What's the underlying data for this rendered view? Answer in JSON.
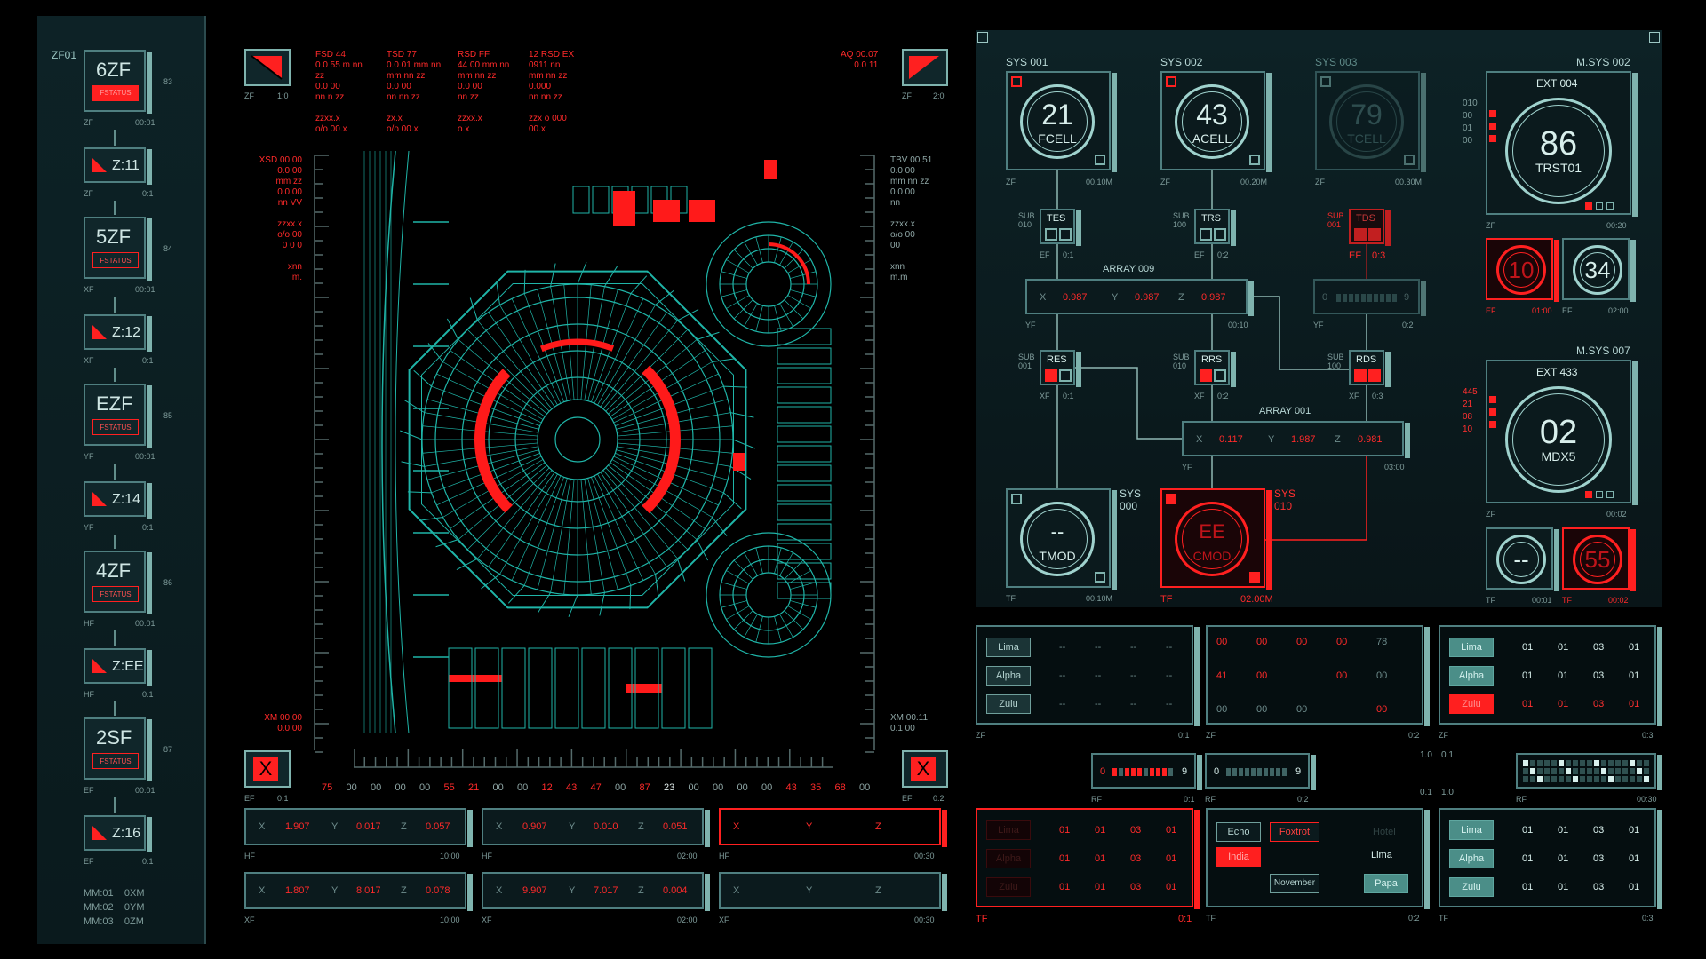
{
  "left": {
    "title": "ZF01",
    "status": "FSTATUS",
    "cards": [
      {
        "label": "6ZF",
        "num": "83",
        "tl": "ZF",
        "tr": "00:01"
      },
      {
        "label": "5ZF",
        "num": "84",
        "tl": "XF",
        "tr": "00:01"
      },
      {
        "label": "EZF",
        "num": "85",
        "tl": "YF",
        "tr": "00:01"
      },
      {
        "label": "4ZF",
        "num": "86",
        "tl": "HF",
        "tr": "00:01"
      },
      {
        "label": "2SF",
        "num": "87",
        "tl": "EF",
        "tr": "00:01"
      }
    ],
    "zs": [
      {
        "label": "Z:11",
        "tl": "ZF",
        "tr": "0:1"
      },
      {
        "label": "Z:12",
        "tl": "XF",
        "tr": "0:1"
      },
      {
        "label": "Z:14",
        "tl": "YF",
        "tr": "0:1"
      },
      {
        "label": "Z:EE",
        "tl": "HF",
        "tr": "0:1"
      },
      {
        "label": "Z:16",
        "tl": "EF",
        "tr": "0:1"
      }
    ],
    "footer": [
      [
        "MM:01",
        "0XM"
      ],
      [
        "MM:02",
        "0YM"
      ],
      [
        "MM:03",
        "0ZM"
      ]
    ]
  },
  "center": {
    "corner_tl": {
      "a": "ZF",
      "b": "1:0"
    },
    "corner_tr": {
      "a": "ZF",
      "b": "2:0"
    },
    "readouts": [
      {
        "h": "FSD 44",
        "l": [
          "0.0  55 m nn",
          "zz",
          "0.0 00",
          "nn n zz",
          "",
          "zzxx.x",
          "o/o 00.x"
        ]
      },
      {
        "h": "TSD 77",
        "l": [
          "0.0  01 mm nn",
          "mm nn zz",
          "0.0 00",
          "nn nn zz",
          "",
          "zx.x",
          "o/o 00.x"
        ]
      },
      {
        "h": "RSD FF",
        "l": [
          "44 00 mm nn",
          "mm nn zz",
          "0.0 00",
          "nn zz",
          "",
          "zzxx.x",
          "o.x"
        ]
      },
      {
        "h": "12 RSD EX",
        "l": [
          "0911  nn",
          "mm nn zz",
          "0.000",
          "nn nn zz",
          "",
          "zzx o 000",
          "00.x"
        ]
      }
    ],
    "aq": {
      "h": "AQ 00.07",
      "v": "0.0  11"
    },
    "left_info": {
      "h": "XSD 00.00",
      "l": [
        "0.0  00",
        "mm  zz",
        "0.0 00",
        "nn VV",
        "",
        "zzxx.x",
        "o/o 00",
        "0 0 0",
        "",
        "xnn",
        "m."
      ]
    },
    "right_info": {
      "h": "TBV 00.51",
      "l": [
        "0.0  00",
        "mm nn zz",
        "0.0 00",
        "nn",
        "",
        "zzxx.x",
        "o/o 00",
        "00",
        "",
        "xnn",
        "m.m"
      ]
    },
    "xm_left": {
      "h": "XM 00.00",
      "v": "0.0  00"
    },
    "xm_right": {
      "h": "XM 00.11",
      "v": "0.1  00"
    },
    "scale": [
      "75",
      "00",
      "00",
      "00",
      "00",
      "55",
      "21",
      "00",
      "00",
      "12",
      "43",
      "47",
      "00",
      "87",
      "23",
      "00",
      "00",
      "00",
      "00",
      "43",
      "35",
      "68",
      "00"
    ],
    "x_left": {
      "a": "EF",
      "b": "0:1"
    },
    "x_right": {
      "a": "EF",
      "b": "0:2"
    },
    "xyz": [
      {
        "x": "1.907",
        "y": "0.017",
        "z": "0.057",
        "tl": "HF",
        "tr": "10:00"
      },
      {
        "x": "0.907",
        "y": "0.010",
        "z": "0.051",
        "tl": "HF",
        "tr": "02:00"
      },
      {
        "x": "",
        "y": "",
        "z": "",
        "tl": "HF",
        "tr": "00:30",
        "red": true
      },
      {
        "x": "1.807",
        "y": "8.017",
        "z": "0.078",
        "tl": "XF",
        "tr": "10:00"
      },
      {
        "x": "9.907",
        "y": "7.017",
        "z": "0.004",
        "tl": "XF",
        "tr": "02:00"
      },
      {
        "x": "",
        "y": "",
        "z": "",
        "tl": "XF",
        "tr": "00:30"
      }
    ],
    "labels": {
      "x": "X",
      "y": "Y",
      "z": "Z",
      "close": "X"
    }
  },
  "sys": {
    "gauges": [
      {
        "title": "SYS 001",
        "num": "21",
        "sub": "FCELL",
        "bl": "ZF",
        "br": "00.10M"
      },
      {
        "title": "SYS 002",
        "num": "43",
        "sub": "ACELL",
        "bl": "ZF",
        "br": "00.20M"
      },
      {
        "title": "SYS 003",
        "num": "79",
        "sub": "TCELL",
        "bl": "ZF",
        "br": "00.30M"
      }
    ],
    "msys1": {
      "title": "M.SYS 002",
      "ext": "EXT 004",
      "num": "86",
      "sub": "TRST01",
      "side": [
        "010",
        "00",
        "01",
        "00"
      ],
      "bl": "ZF",
      "br": "00:20"
    },
    "msys2": {
      "title": "M.SYS 007",
      "ext": "EXT 433",
      "num": "02",
      "sub": "MDX5",
      "side": [
        "445",
        "21",
        "08",
        "10"
      ],
      "bl": "ZF",
      "br": "00:02"
    },
    "mini": [
      {
        "num": "10",
        "bl": "EF",
        "br": "01:00"
      },
      {
        "num": "34",
        "bl": "EF",
        "br": "02:00"
      },
      {
        "num": "--",
        "bl": "TF",
        "br": "00:01"
      },
      {
        "num": "55",
        "bl": "TF",
        "br": "00:02"
      }
    ],
    "subs": [
      {
        "sub": "SUB",
        "code": "010",
        "label": "TES",
        "bl": "EF",
        "br": "0:1"
      },
      {
        "sub": "SUB",
        "code": "100",
        "label": "TRS",
        "bl": "EF",
        "br": "0:2"
      },
      {
        "sub": "SUB",
        "code": "001",
        "label": "TDS",
        "bl": "EF",
        "br": "0:3"
      },
      {
        "sub": "SUB",
        "code": "001",
        "label": "RES",
        "bl": "XF",
        "br": "0:1"
      },
      {
        "sub": "SUB",
        "code": "010",
        "label": "RRS",
        "bl": "XF",
        "br": "0:2"
      },
      {
        "sub": "SUB",
        "code": "100",
        "label": "RDS",
        "bl": "XF",
        "br": "0:3"
      }
    ],
    "array1": {
      "title": "ARRAY 009",
      "x": "0.987",
      "y": "0.987",
      "z": "0.987",
      "bl": "YF",
      "br": "00:10"
    },
    "array1b": {
      "v0": "0",
      "v9": "9",
      "bl": "YF",
      "br": "0:2"
    },
    "array2": {
      "title": "ARRAY 001",
      "x": "0.117",
      "y": "1.987",
      "z": "0.981",
      "bl": "YF",
      "br": "03:00"
    },
    "tmod": {
      "num": "--",
      "sub": "TMOD",
      "side": "SYS",
      "code": "000",
      "bl": "TF",
      "br": "00.10M"
    },
    "cmod": {
      "num": "EE",
      "sub": "CMOD",
      "side": "SYS",
      "code": "010",
      "bl": "TF",
      "br": "02.00M"
    }
  },
  "tables": {
    "names": [
      "Lima",
      "Alpha",
      "Zulu"
    ],
    "t1": {
      "cells": [
        "--",
        "--",
        "--",
        "--"
      ],
      "bl": "ZF",
      "br": "0:1"
    },
    "t2": {
      "rows": [
        [
          "00",
          "00",
          "00",
          "00",
          "78"
        ],
        [
          "41",
          "00",
          "",
          "00",
          "00"
        ],
        [
          "00",
          "00",
          "00",
          "",
          "00"
        ]
      ],
      "bl": "ZF",
      "br": "0:2"
    },
    "t3": {
      "cells": [
        "01",
        "01",
        "03",
        "01"
      ],
      "bl": "ZF",
      "br": "0:3"
    },
    "s1": {
      "a": "0",
      "b": "9",
      "bl": "RF",
      "br": "0:1"
    },
    "s2": {
      "a": "0",
      "b": "9",
      "bl": "RF",
      "br": "0:2"
    },
    "mid": {
      "a": "1.0",
      "b": "0.1",
      "c": "0.1",
      "d": "1.0"
    },
    "grid": {
      "bl": "RF",
      "br": "00:30"
    },
    "b1": {
      "cells": [
        "01",
        "01",
        "03",
        "01"
      ],
      "bl": "TF",
      "br": "0:1"
    },
    "b2": {
      "echo": "Echo",
      "foxtrot": "Foxtrot",
      "india": "India",
      "november": "November",
      "hotel": "Hotel",
      "lima": "Lima",
      "papa": "Papa",
      "bl": "TF",
      "br": "0:2"
    },
    "b3": {
      "cells": [
        "01",
        "01",
        "03",
        "01"
      ],
      "bl": "TF",
      "br": "0:3"
    }
  }
}
